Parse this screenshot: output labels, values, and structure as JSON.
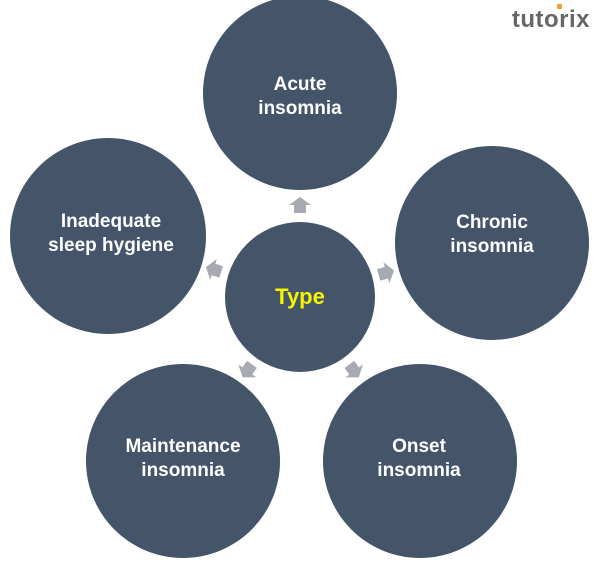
{
  "logo": "tutorix",
  "center": {
    "label": "Type"
  },
  "nodes": [
    {
      "label1": "Acute",
      "label2": "insomnia"
    },
    {
      "label1": "Chronic",
      "label2": "insomnia"
    },
    {
      "label1": "Onset",
      "label2": "insomnia"
    },
    {
      "label1": "Maintenance",
      "label2": "insomnia"
    },
    {
      "label1": "Inadequate",
      "label2": "sleep hygiene"
    }
  ],
  "colors": {
    "circle": "#445469",
    "arrow": "#a7aab1",
    "center_text": "#f5f500"
  }
}
